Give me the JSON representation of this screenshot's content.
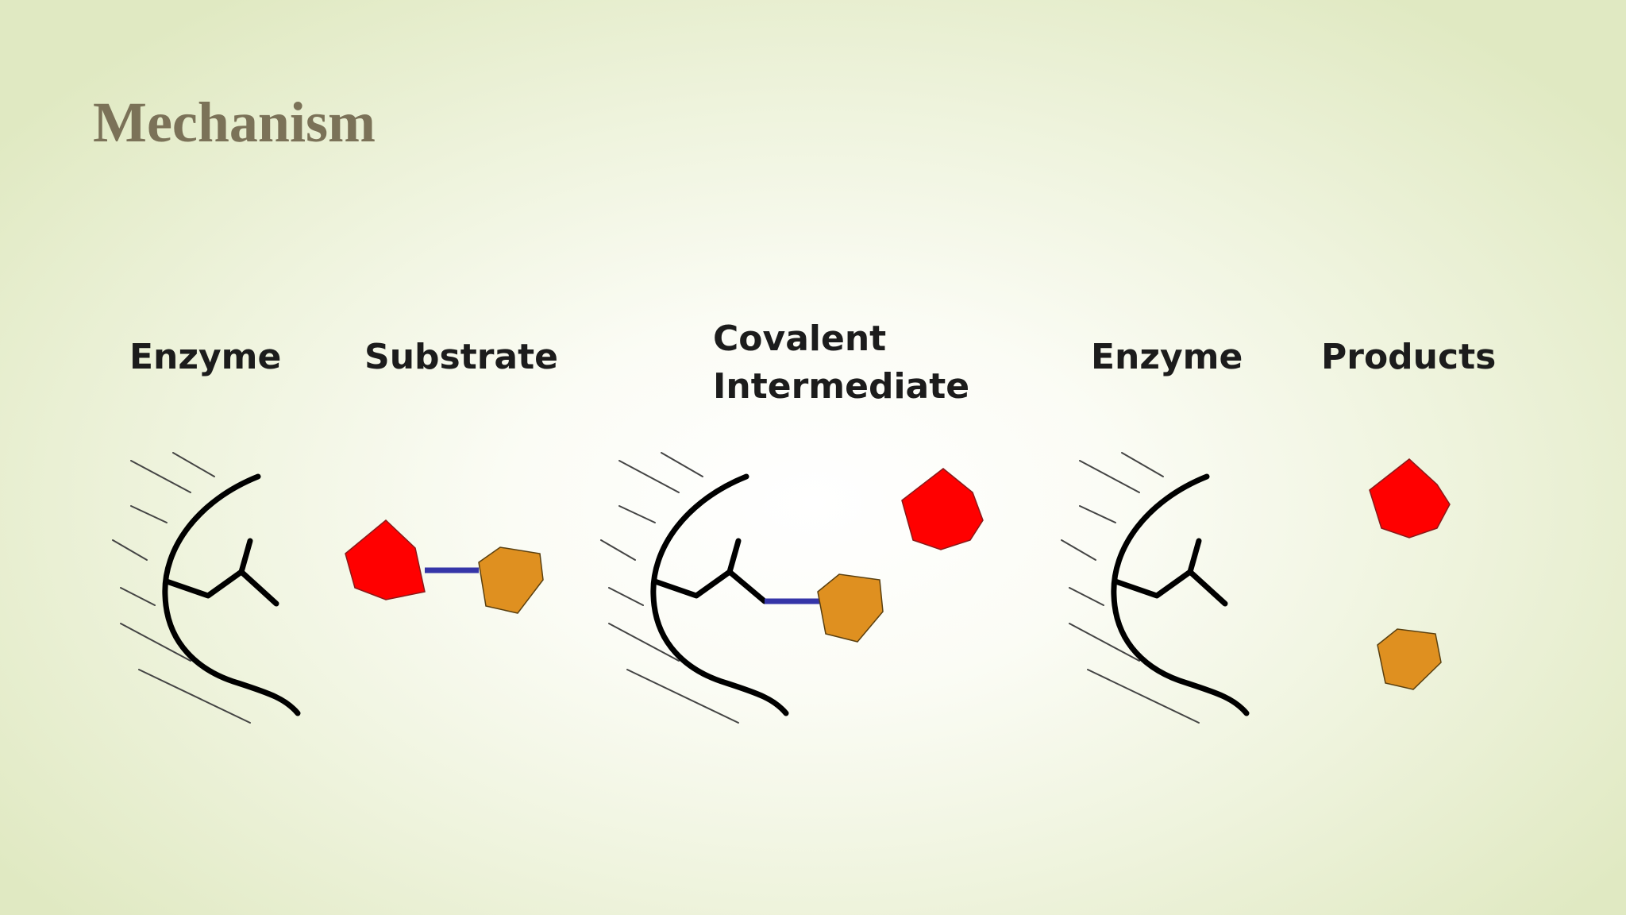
{
  "slide": {
    "title": "Mechanism"
  },
  "labels": {
    "enzyme_1": "Enzyme",
    "substrate": "Substrate",
    "covalent_line1": "Covalent",
    "covalent_line2": "Intermediate",
    "enzyme_2": "Enzyme",
    "products": "Products"
  },
  "colors": {
    "title": "#7b7258",
    "label_text": "#1c1c1c",
    "red_pentagon": "#ff0000",
    "orange_pentagon": "#df9020",
    "bond": "#3535a8",
    "enzyme_outline": "#000000",
    "hatch": "#444444"
  },
  "icons": {
    "enzyme": "enzyme-icon",
    "red_product": "red-pentagon-icon",
    "orange_product": "orange-pentagon-icon"
  }
}
